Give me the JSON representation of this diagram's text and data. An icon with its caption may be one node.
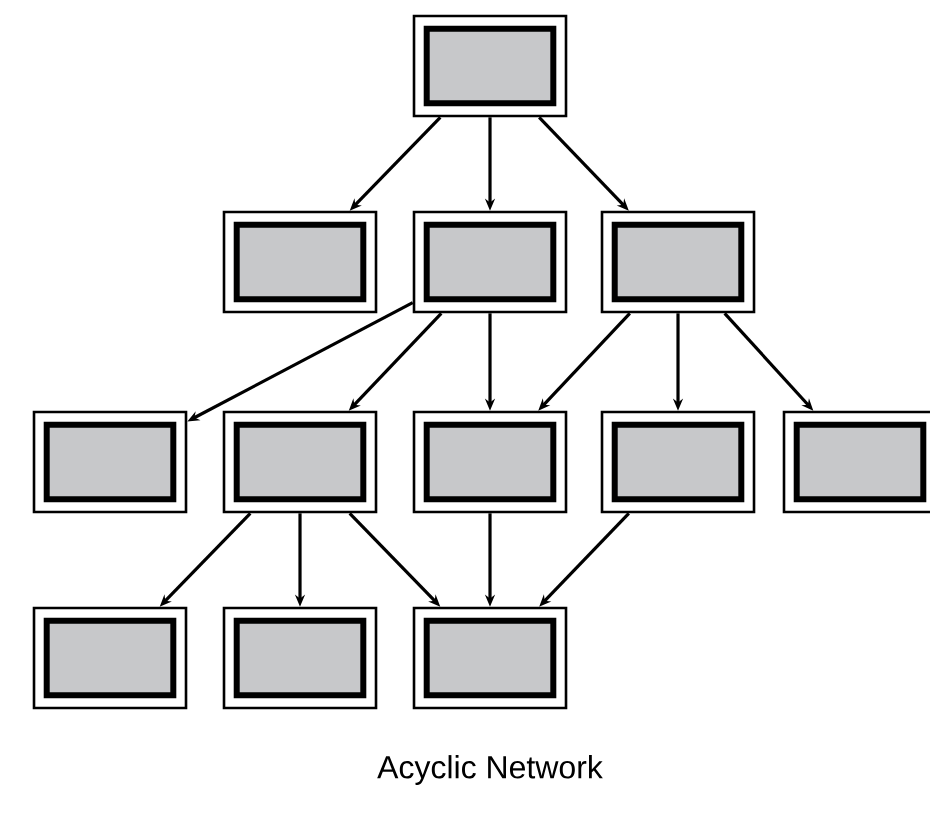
{
  "diagram": {
    "caption": "Acyclic Network",
    "nodes": [
      {
        "text": [],
        "shape": "box"
      },
      {
        "text": [],
        "shape": "box"
      },
      {
        "text": [],
        "shape": "box"
      },
      {
        "text": [],
        "shape": "box"
      },
      {
        "text": [],
        "shape": "box"
      },
      {
        "text": [],
        "shape": "box"
      },
      {
        "text": [],
        "shape": "box"
      },
      {
        "text": [],
        "shape": "box"
      },
      {
        "text": [],
        "shape": "box"
      },
      {
        "text": [],
        "shape": "box"
      },
      {
        "text": [],
        "shape": "box"
      },
      {
        "text": [],
        "shape": "box"
      }
    ],
    "edges": [
      {
        "from": 0,
        "to": 1,
        "arrow": "to"
      },
      {
        "from": 0,
        "to": 2,
        "arrow": "to"
      },
      {
        "from": 0,
        "to": 3,
        "arrow": "to"
      },
      {
        "from": 2,
        "to": 4,
        "arrow": "to"
      },
      {
        "from": 2,
        "to": 5,
        "arrow": "to"
      },
      {
        "from": 2,
        "to": 6,
        "arrow": "to"
      },
      {
        "from": 3,
        "to": 6,
        "arrow": "to"
      },
      {
        "from": 3,
        "to": 7,
        "arrow": "to"
      },
      {
        "from": 3,
        "to": 8,
        "arrow": "to"
      },
      {
        "from": 5,
        "to": 9,
        "arrow": "to"
      },
      {
        "from": 5,
        "to": 10,
        "arrow": "to"
      },
      {
        "from": 5,
        "to": 11,
        "arrow": "to"
      },
      {
        "from": 6,
        "to": 11,
        "arrow": "to"
      },
      {
        "from": 7,
        "to": 11,
        "arrow": "to"
      }
    ]
  }
}
